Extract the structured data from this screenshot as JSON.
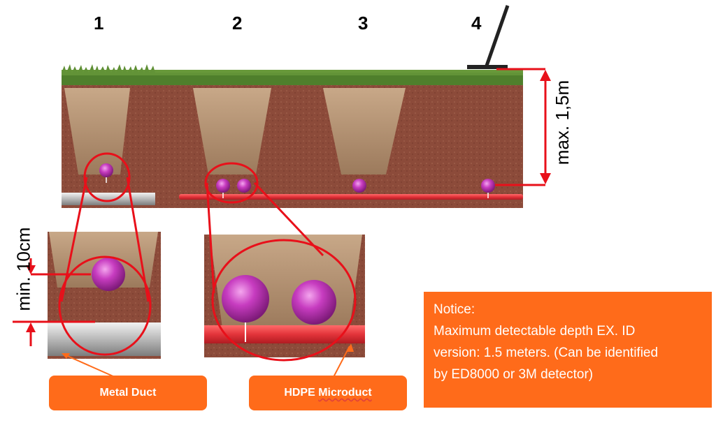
{
  "columns": [
    "1",
    "2",
    "3",
    "4"
  ],
  "depth_max_label": "max. 1,5m",
  "depth_min_label": "min. 10cm",
  "labels": {
    "metal_duct": "Metal Duct",
    "hdpe_microduct_prefix": "HDPE ",
    "hdpe_microduct_word": "Microduct"
  },
  "notice": {
    "title": "Notice:",
    "line1": "Maximum detectable depth EX. ID",
    "line2": "version: 1.5 meters. (Can be identified",
    "line3": "by ED8000 or 3M detector)"
  },
  "colors": {
    "accent_orange": "#ff6b1a",
    "marker_red": "#e8101a",
    "marker_ball": "#c03ab8",
    "soil": "#8a4a38",
    "grass": "#4a7a2a"
  }
}
